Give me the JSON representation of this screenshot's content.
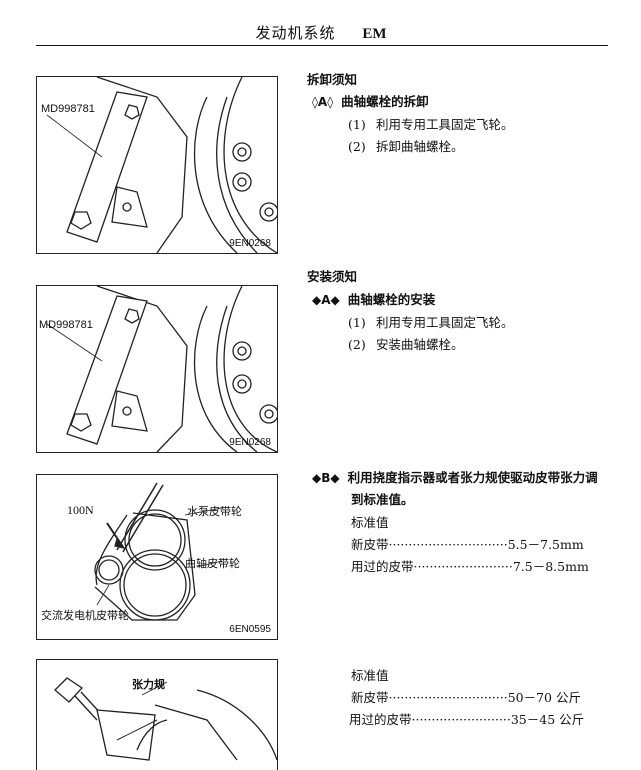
{
  "header": {
    "system": "发动机系统",
    "code": "EM"
  },
  "figures": [
    {
      "part_number": "MD998781",
      "code": "9EN0268"
    },
    {
      "part_number": "MD998781",
      "code": "9EN0268"
    },
    {
      "force_label": "100N",
      "water_pump_label": "水泵皮带轮",
      "crank_label": "曲轴皮带轮",
      "alternator_label": "交流发电机皮带轮",
      "code": "6EN0595"
    },
    {
      "gauge_label": "张力规"
    }
  ],
  "removal": {
    "title": "拆卸须知",
    "marker": "◊A◊",
    "heading": "曲轴螺栓的拆卸",
    "steps": [
      {
        "num": "(1)",
        "text": "利用专用工具固定飞轮。"
      },
      {
        "num": "(2)",
        "text": "拆卸曲轴螺栓。"
      }
    ]
  },
  "install": {
    "title": "安装须知",
    "marker": "◆A◆",
    "heading": "曲轴螺栓的安装",
    "steps": [
      {
        "num": "(1)",
        "text": "利用专用工具固定飞轮。"
      },
      {
        "num": "(2)",
        "text": "安装曲轴螺栓。"
      }
    ]
  },
  "tension": {
    "marker": "◆B◆",
    "heading_line1": "利用挠度指示器或者张力规使驱动皮带张力调",
    "heading_line2": "到标准值。",
    "standard_label": "标准值",
    "new_belt": "新皮带······························5.5－7.5mm",
    "used_belt": "用过的皮带·························7.5－8.5mm"
  },
  "tension2": {
    "standard_label": "标准值",
    "new_belt": "新皮带······························50－70 公斤",
    "used_belt": "用过的皮带·························35－45 公斤"
  }
}
